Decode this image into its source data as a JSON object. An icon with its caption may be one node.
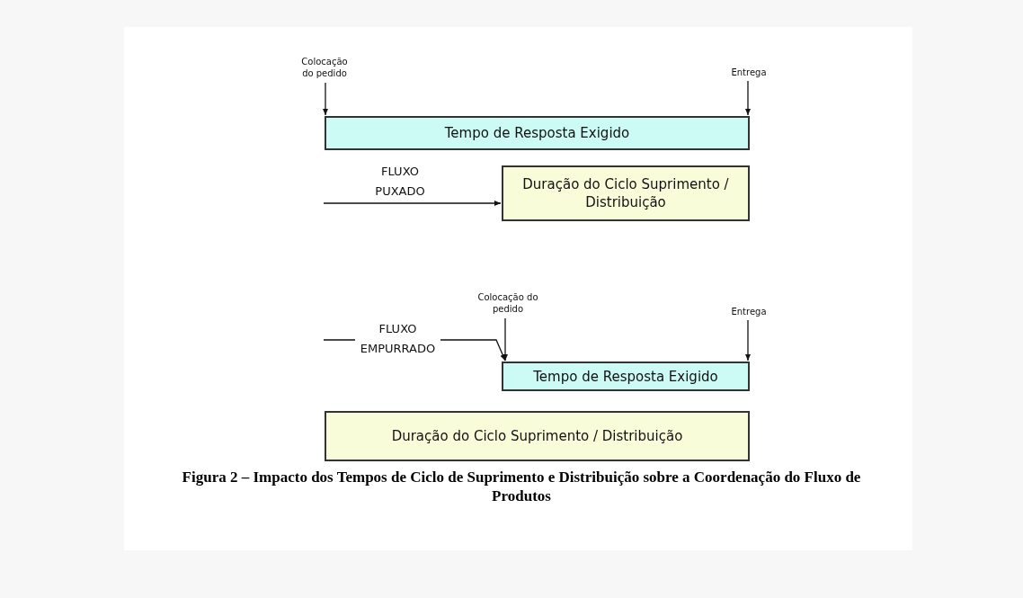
{
  "diagram": {
    "caption": "Figura 2 – Impacto dos Tempos de Ciclo de Suprimento e Distribuição sobre a Coordenação do Fluxo de Produtos",
    "nodes": [
      {
        "text": [
          "Colocação do pedido"
        ]
      },
      {
        "text": [
          "Entrega"
        ]
      },
      {
        "text": [
          "Tempo de Resposta Exigido"
        ]
      },
      {
        "text": [
          "Duração do Ciclo Suprimento / Distribuição"
        ]
      },
      {
        "text": [
          "Colocação do pedido"
        ]
      },
      {
        "text": [
          "Entrega"
        ]
      },
      {
        "text": [
          "Tempo de Resposta Exigido"
        ]
      },
      {
        "text": [
          "Duração do Ciclo Suprimento / Distribuição"
        ]
      }
    ],
    "edges": [
      {
        "from": 0,
        "to": 2,
        "arrow": "to"
      },
      {
        "from": 1,
        "to": 2,
        "arrow": "to"
      },
      {
        "from": null,
        "to": 3,
        "arrow": "to",
        "label": "FLUXO PUXADO"
      },
      {
        "from": 4,
        "to": 6,
        "arrow": "to"
      },
      {
        "from": 5,
        "to": 6,
        "arrow": "to"
      },
      {
        "from": null,
        "to": 6,
        "arrow": "to",
        "label": "FLUXO EMPURRADO"
      }
    ]
  }
}
